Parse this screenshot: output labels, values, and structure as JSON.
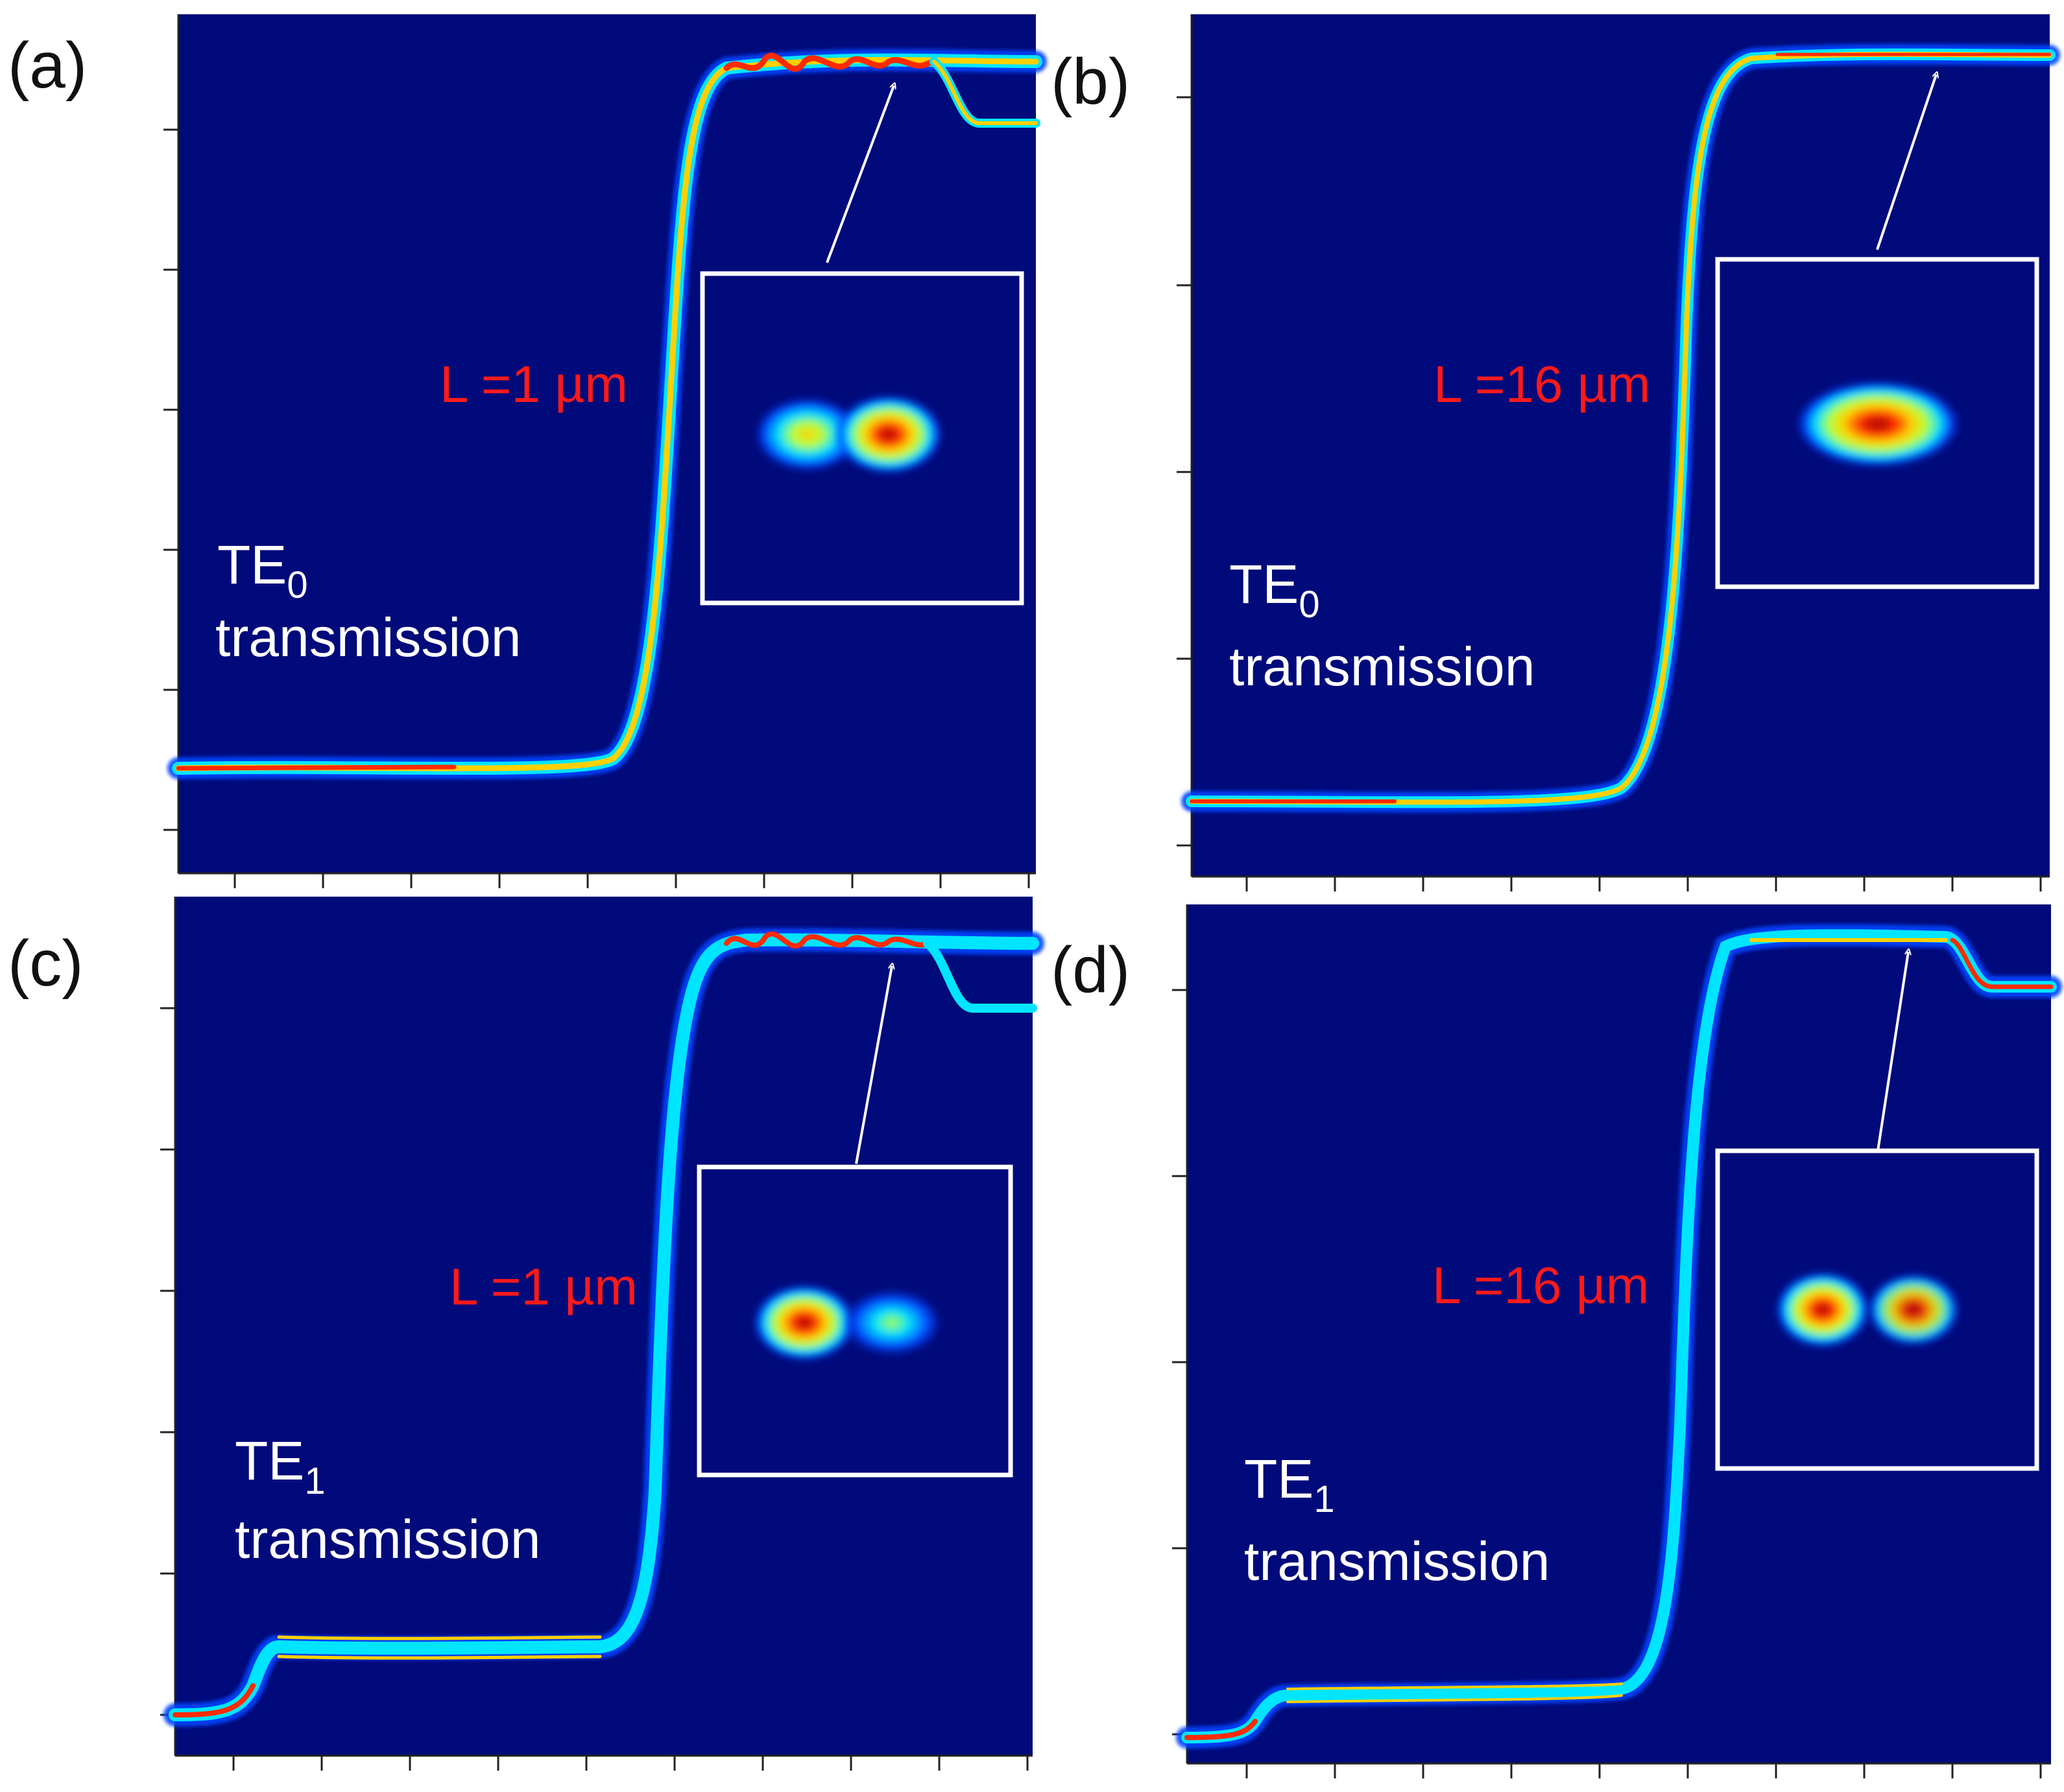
{
  "colors": {
    "background": "#000a7a",
    "inset_frame": "#ffffff",
    "arrow": "#ffffff",
    "length_label": "#ff1a1a",
    "mode_label": "#ffffff",
    "colormap": [
      "#000a7a",
      "#0044ff",
      "#00e5ff",
      "#b8ff3b",
      "#ffd000",
      "#ff2a00",
      "#9a0000"
    ]
  },
  "panels": [
    {
      "id": "a",
      "letter": "(a)",
      "length_label": "L =1 µm",
      "mode_base": "TE",
      "mode_sub": "0",
      "mode_caption": "transmission",
      "output_mode_lobes": [
        0.55,
        1.0
      ]
    },
    {
      "id": "b",
      "letter": "(b)",
      "length_label": "L =16 µm",
      "mode_base": "TE",
      "mode_sub": "0",
      "mode_caption": "transmission",
      "output_mode_lobes": [
        1.0
      ]
    },
    {
      "id": "c",
      "letter": "(c)",
      "length_label": "L =1 µm",
      "mode_base": "TE",
      "mode_sub": "1",
      "mode_caption": "transmission",
      "output_mode_lobes": [
        1.0,
        0.35
      ]
    },
    {
      "id": "d",
      "letter": "(d)",
      "length_label": "L =16 µm",
      "mode_base": "TE",
      "mode_sub": "1",
      "mode_caption": "transmission",
      "output_mode_lobes": [
        0.95,
        0.85
      ]
    }
  ]
}
